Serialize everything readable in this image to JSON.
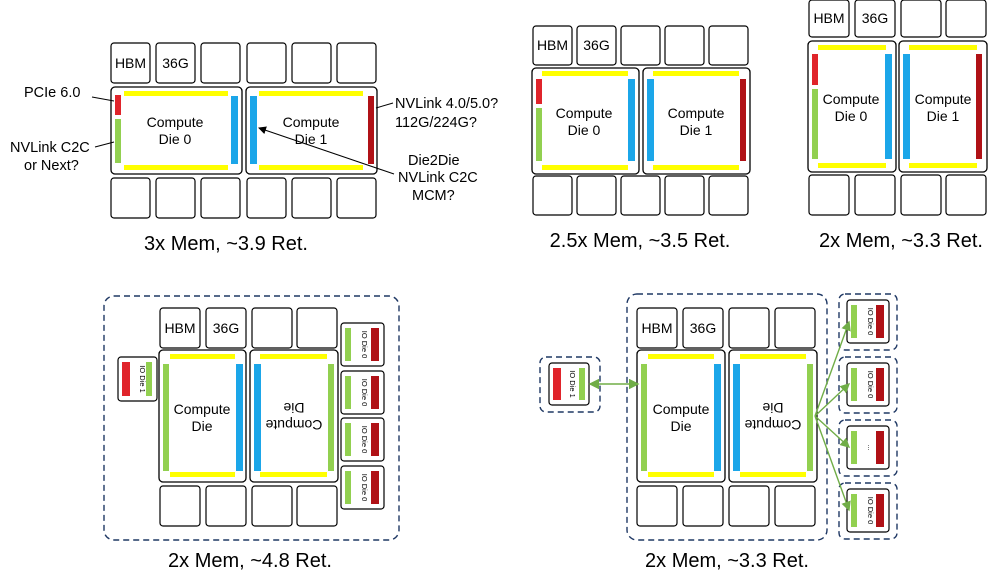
{
  "labels": {
    "hbm": "HBM",
    "gen": "36G",
    "compute": "Compute",
    "die0": "Die 0",
    "die1": "Die 1",
    "die": "Die",
    "io_die_0": "IO Die 0",
    "io_die_1": "IO Die 1",
    "ellipsis": "..."
  },
  "annotations": {
    "pcie": "PCIe 6.0",
    "c2c_line1": "NVLink C2C",
    "c2c_line2": "or Next?",
    "nvlink_line1": "NVLink 4.0/5.0?",
    "nvlink_line2": "112G/224G?",
    "d2d_line1": "Die2Die",
    "d2d_line2": "NVLink C2C",
    "d2d_line3": "MCM?"
  },
  "captions": {
    "config1": "3x Mem, ~3.9 Ret.",
    "config2": "2.5x Mem, ~3.5 Ret.",
    "config3": "2x Mem, ~3.3 Ret.",
    "config4": "2x Mem, ~4.8 Ret.",
    "config5": "2x Mem, ~3.3 Ret."
  },
  "colors": {
    "yellow": "#ffff00",
    "blue": "#1ba6e9",
    "green": "#92d050",
    "red": "#e0242b",
    "dark_red": "#b01116",
    "dashed_border": "#1f3864"
  }
}
